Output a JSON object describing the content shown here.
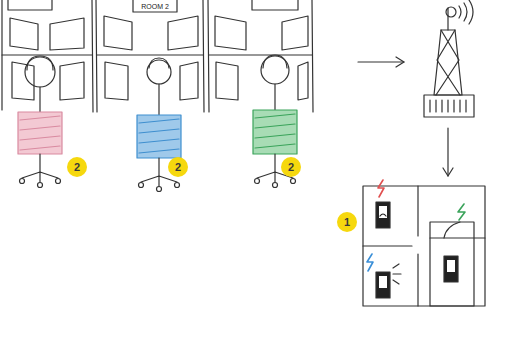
{
  "diagram": {
    "labels": [
      "ROOM 2",
      "2",
      "2",
      "2",
      "1"
    ]
  }
}
